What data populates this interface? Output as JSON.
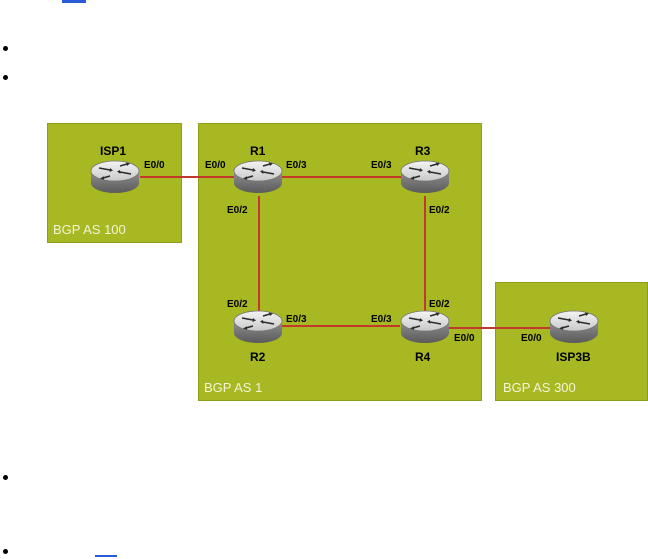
{
  "colors": {
    "as_box": "#a8b822",
    "link": "#c0392b",
    "link_underline": "#2a5bd7"
  },
  "icons": {
    "router": "router-icon",
    "bullet": "bullet-icon"
  },
  "autonomous_systems": [
    {
      "id": "as100",
      "label": "BGP AS 100"
    },
    {
      "id": "as1",
      "label": "BGP AS 1"
    },
    {
      "id": "as300",
      "label": "BGP AS 300"
    }
  ],
  "routers": {
    "isp1": "ISP1",
    "r1": "R1",
    "r2": "R2",
    "r3": "R3",
    "r4": "R4",
    "isp3b": "ISP3B"
  },
  "interfaces": {
    "isp1_e00": "E0/0",
    "r1_e00": "E0/0",
    "r1_e03": "E0/3",
    "r1_e02": "E0/2",
    "r3_e03": "E0/3",
    "r3_e02": "E0/2",
    "r2_e02": "E0/2",
    "r2_e03": "E0/3",
    "r4_e03": "E0/3",
    "r4_e02": "E0/2",
    "r4_e00": "E0/0",
    "isp3b_e00": "E0/0"
  }
}
